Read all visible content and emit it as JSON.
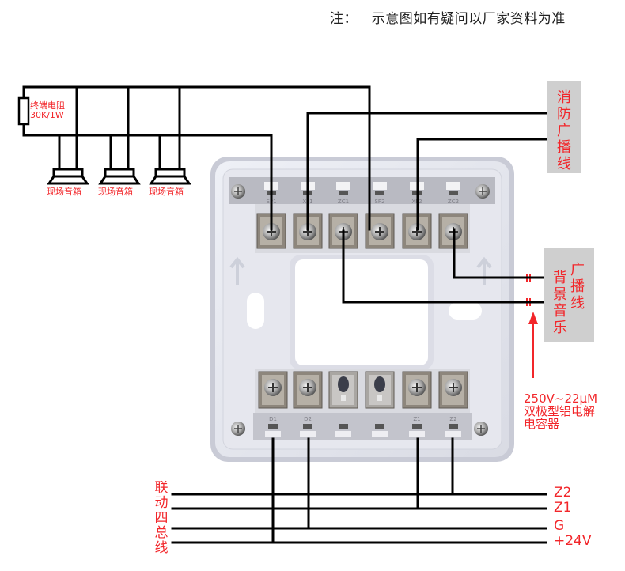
{
  "note": {
    "prefix": "注：",
    "text": "示意图如有疑问以厂家资料为准"
  },
  "resistor": {
    "label_line1": "终端电阻",
    "label_line2": "30K/1W"
  },
  "speakers": [
    {
      "label": "现场音箱"
    },
    {
      "label": "现场音箱"
    },
    {
      "label": "现场音箱"
    }
  ],
  "fire_broadcast_box": {
    "chars": [
      "消",
      "防",
      "广",
      "播",
      "线"
    ]
  },
  "bgm_box": {
    "left_chars": [
      "背",
      "景",
      "音",
      "乐"
    ],
    "right_chars": [
      "广",
      "播",
      "线"
    ]
  },
  "capacitor_label": {
    "line1": "250V~22μM",
    "line2": "双极型铝电解",
    "line3": "电容器"
  },
  "top_terminals": [
    "SP1",
    "XF1",
    "ZC1",
    "SP2",
    "XF2",
    "ZC2"
  ],
  "bottom_terminals": [
    "D1",
    "D2",
    "",
    "",
    "Z1",
    "Z2"
  ],
  "bus": {
    "left_chars": [
      "联",
      "动",
      "四",
      "总",
      "线"
    ],
    "lines": [
      {
        "label": "Z2"
      },
      {
        "label": "Z1"
      },
      {
        "label": "G"
      },
      {
        "label": "+24V"
      }
    ]
  },
  "colors": {
    "label_red": "#f2262a",
    "wire": "#000000",
    "box_gray": "#cfcfcf",
    "device_body": "#e4e5ec"
  }
}
